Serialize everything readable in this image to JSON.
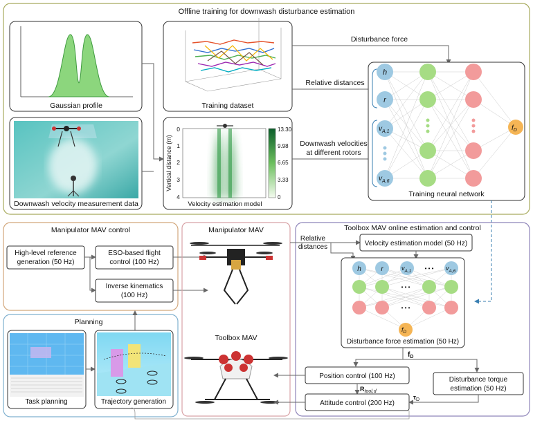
{
  "offline": {
    "title": "Offline training for downwash disturbance estimation",
    "gaussian_label": "Gaussian profile",
    "training_label": "Training dataset",
    "measure_label": "Downwash velocity measurement data",
    "velmodel_label": "Velocity estimation model",
    "ylabel": "Vertical distance (m)",
    "yticks": [
      "0",
      "1",
      "2",
      "3",
      "4"
    ],
    "colorbar_ticks": [
      "13.30",
      "9.98",
      "6.65",
      "3.33",
      "0"
    ],
    "disturbance_force": "Disturbance force",
    "relative_distances": "Relative distances",
    "downwash_velocities_1": "Downwash velocities",
    "downwash_velocities_2": "at different rotors",
    "nn_label": "Training neural network",
    "node_h": "h",
    "node_r": "r",
    "node_v": "v",
    "sub_a1": "A,1",
    "sub_a6": "A,6",
    "node_f": "f",
    "sub_d": "D"
  },
  "manipulator_control": {
    "title": "Manipulator MAV control",
    "high_level_1": "High-level reference",
    "high_level_2": "generation (50 Hz)",
    "eso_1": "ESO-based flight",
    "eso_2": "control (100 Hz)",
    "ik_1": "Inverse kinematics",
    "ik_2": "(100 Hz)"
  },
  "planning": {
    "title": "Planning",
    "task_label": "Task planning",
    "traj_label": "Trajectory generation"
  },
  "mavs": {
    "manipulator_title": "Manipulator MAV",
    "toolbox_title": "Toolbox MAV"
  },
  "toolbox": {
    "title": "Toolbox MAV online estimation and control",
    "relative_1": "Relative",
    "relative_2": "distances",
    "velocity_model": "Velocity estimation model (50 Hz)",
    "dfe_label": "Disturbance force estimation (50 Hz)",
    "fd_arrow_label": "f",
    "position_control": "Position control (100 Hz)",
    "dt_1": "Disturbance torque",
    "dt_2": "estimation (50 Hz)",
    "attitude_control": "Attitude control (200 Hz)",
    "rtool_main": "R",
    "rtool_sub": "tool,d",
    "tau_main": "τ",
    "tau_sub": "D",
    "dots": "• • •"
  },
  "colors": {
    "offline_border": "#a8ab5e",
    "manip_border": "#d2a77b",
    "planning_border": "#7fb0cf",
    "mav_border": "#d8a2a6",
    "toolbox_border": "#8e84b9",
    "node_blue": "#9ec9e2",
    "node_green": "#a6dc84",
    "node_red": "#f29b9b",
    "node_orange": "#f5b555"
  }
}
